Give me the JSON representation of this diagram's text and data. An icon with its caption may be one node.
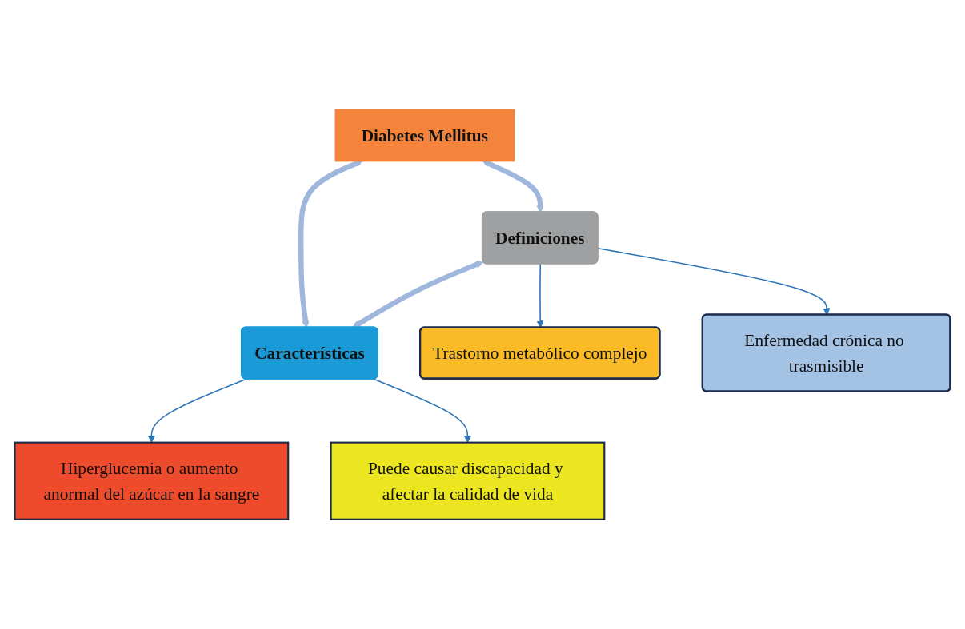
{
  "diagram": {
    "nodes": [
      {
        "text": [
          "Diabetes Mellitus"
        ]
      },
      {
        "text": [
          "Definiciones"
        ]
      },
      {
        "text": [
          "Características"
        ]
      },
      {
        "text": [
          "Trastorno metabólico complejo"
        ]
      },
      {
        "text": [
          "Hiperglucemia o aumento anormal del azúcar en la sangre"
        ]
      },
      {
        "text": [
          "Enfermedad crónica no trasmisible"
        ]
      },
      {
        "text": [
          "Puede causar discapacidad y afectar la calidad de vida"
        ]
      }
    ],
    "edges": [
      {
        "from": 0,
        "to": 1,
        "arrow": "both",
        "style": "thick",
        "color": "#9fb7dc"
      },
      {
        "from": 0,
        "to": 2,
        "arrow": "both",
        "style": "thick",
        "color": "#9fb7dc"
      },
      {
        "from": 1,
        "to": 2,
        "arrow": "both",
        "style": "thick",
        "color": "#9fb7dc"
      },
      {
        "from": 1,
        "to": 3,
        "arrow": "to"
      },
      {
        "from": 1,
        "to": 5,
        "arrow": "to"
      },
      {
        "from": 2,
        "to": 4,
        "arrow": "to"
      },
      {
        "from": 2,
        "to": 6,
        "arrow": "to"
      }
    ]
  }
}
